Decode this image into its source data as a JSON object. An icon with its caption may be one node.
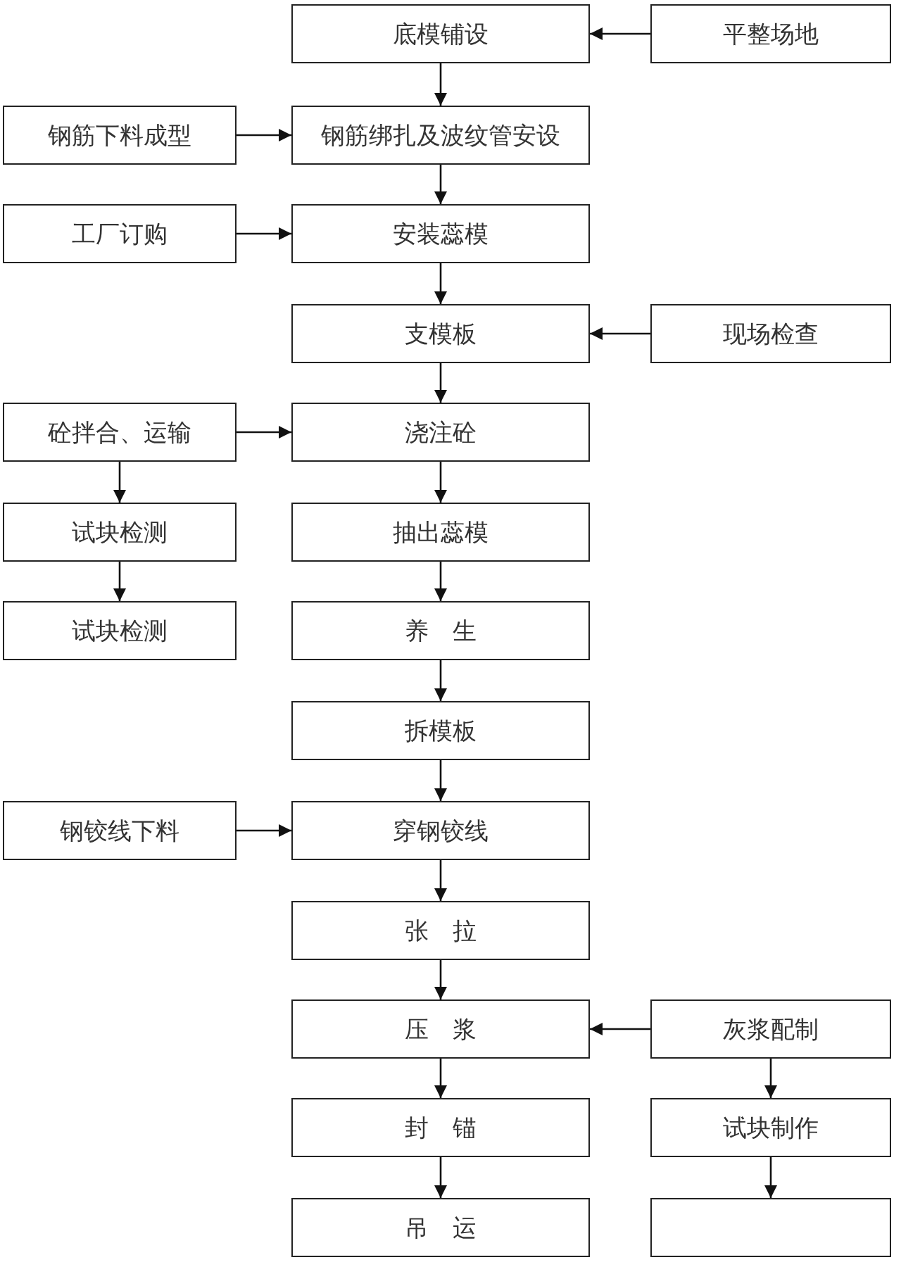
{
  "diagram": {
    "nodes": [
      {
        "text": [
          "底模铺设"
        ]
      },
      {
        "text": [
          "平整场地"
        ]
      },
      {
        "text": [
          "钢筋下料成型"
        ]
      },
      {
        "text": [
          "钢筋绑扎及波纹管安设"
        ]
      },
      {
        "text": [
          "工厂订购"
        ]
      },
      {
        "text": [
          "安装蕊模"
        ]
      },
      {
        "text": [
          "支模板"
        ]
      },
      {
        "text": [
          "现场检查"
        ]
      },
      {
        "text": [
          "砼拌合、运输"
        ]
      },
      {
        "text": [
          "浇注砼"
        ]
      },
      {
        "text": [
          "试块检测"
        ]
      },
      {
        "text": [
          "抽出蕊模"
        ]
      },
      {
        "text": [
          "试块检测"
        ]
      },
      {
        "text": [
          "养　生"
        ]
      },
      {
        "text": [
          "拆模板"
        ]
      },
      {
        "text": [
          "钢铰线下料"
        ]
      },
      {
        "text": [
          "穿钢铰线"
        ]
      },
      {
        "text": [
          "张　拉"
        ]
      },
      {
        "text": [
          "压　浆"
        ]
      },
      {
        "text": [
          "灰浆配制"
        ]
      },
      {
        "text": [
          "封　锚"
        ]
      },
      {
        "text": [
          "试块制作"
        ]
      },
      {
        "text": [
          "吊　运"
        ]
      },
      {
        "text": [],
        "shape": "box"
      }
    ],
    "edges": [
      {
        "from": 1,
        "to": 0,
        "arrow": "to"
      },
      {
        "from": 0,
        "to": 3,
        "arrow": "to"
      },
      {
        "from": 2,
        "to": 3,
        "arrow": "to"
      },
      {
        "from": 3,
        "to": 5,
        "arrow": "to"
      },
      {
        "from": 4,
        "to": 5,
        "arrow": "to"
      },
      {
        "from": 5,
        "to": 6,
        "arrow": "to"
      },
      {
        "from": 7,
        "to": 6,
        "arrow": "to"
      },
      {
        "from": 6,
        "to": 9,
        "arrow": "to"
      },
      {
        "from": 8,
        "to": 9,
        "arrow": "to"
      },
      {
        "from": 8,
        "to": 10,
        "arrow": "to"
      },
      {
        "from": 10,
        "to": 12,
        "arrow": "to"
      },
      {
        "from": 9,
        "to": 11,
        "arrow": "to"
      },
      {
        "from": 11,
        "to": 13,
        "arrow": "to"
      },
      {
        "from": 13,
        "to": 14,
        "arrow": "to"
      },
      {
        "from": 14,
        "to": 16,
        "arrow": "to"
      },
      {
        "from": 15,
        "to": 16,
        "arrow": "to"
      },
      {
        "from": 16,
        "to": 17,
        "arrow": "to"
      },
      {
        "from": 17,
        "to": 18,
        "arrow": "to"
      },
      {
        "from": 19,
        "to": 18,
        "arrow": "to"
      },
      {
        "from": 18,
        "to": 20,
        "arrow": "to"
      },
      {
        "from": 20,
        "to": 22,
        "arrow": "to"
      },
      {
        "from": 19,
        "to": 21,
        "arrow": "to"
      },
      {
        "from": 21,
        "to": 23,
        "arrow": "to"
      }
    ]
  }
}
